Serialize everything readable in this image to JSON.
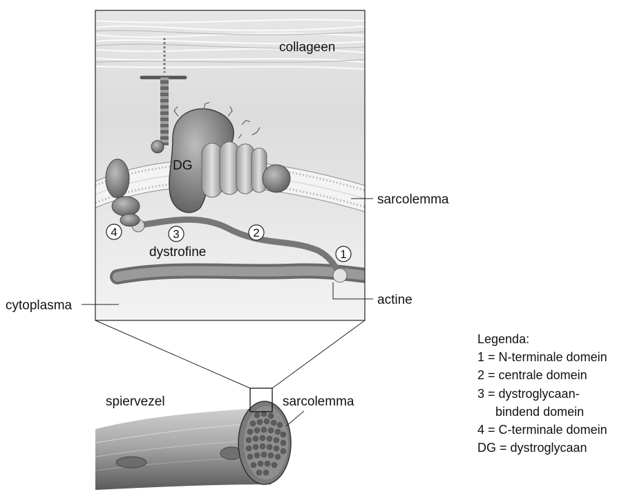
{
  "labels": {
    "collageen": "collageen",
    "dg": "DG",
    "sarcolemma_top": "sarcolemma",
    "dystrofine": "dystrofine",
    "actine": "actine",
    "cytoplasma": "cytoplasma",
    "spiervezel": "spiervezel",
    "sarcolemma_bottom": "sarcolemma"
  },
  "domain_markers": [
    "1",
    "2",
    "3",
    "4"
  ],
  "legend": {
    "title": "Legenda:",
    "items": [
      "1 = N-terminale domein",
      "2 = centrale domein",
      "3 = dystroglycaan-",
      "bindend domein",
      "4 = C-terminale domein",
      "DG = dystroglycaan"
    ]
  }
}
